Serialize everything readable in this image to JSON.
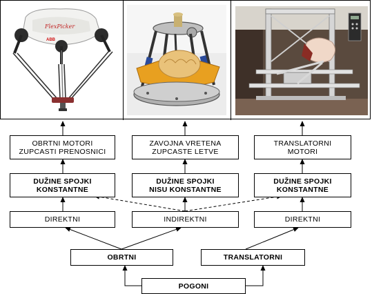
{
  "photos": {
    "left": {
      "label": "delta-robot-photo",
      "logo_text": "FlexPicker",
      "badge_text": "ABB"
    },
    "middle": {
      "label": "hexapod-platform-photo"
    },
    "right": {
      "label": "cartesian-translational-robot-photo"
    }
  },
  "level1": {
    "left": "OBRTNI MOTORI\nZUPCASTI  PRENOSNICI",
    "middle": "ZAVOJNA VRETENA\nZUPCASTE LETVE",
    "right": "TRANSLATORNI\nMOTORI"
  },
  "level2": {
    "left": "DUŽINE SPOJKI\nKONSTANTNE",
    "middle": "DUŽINE SPOJKI\nNISU KONSTANTNE",
    "right": "DUŽINE SPOJKI\nKONSTANTNE"
  },
  "level3": {
    "left": "DIREKTNI",
    "middle": "INDIREKTNI",
    "right": "DIREKTNI"
  },
  "level4": {
    "left": "OBRTNI",
    "right": "TRANSLATORNI"
  },
  "root": "POGONI",
  "colors": {
    "line": "#000000",
    "box_border": "#000000",
    "robot_orange": "#e8a020",
    "robot_blue": "#2a4a9a"
  }
}
